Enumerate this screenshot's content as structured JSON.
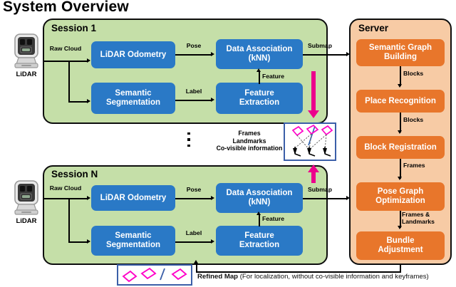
{
  "page_title": "System Overview",
  "sessions": [
    {
      "title": "Session 1",
      "sensor": {
        "label": "LiDAR",
        "icon": "lidar-sensor-icon"
      },
      "input_label": "Raw Cloud",
      "blocks": [
        {
          "id": "lidar-odometry",
          "label": "LiDAR Odometry"
        },
        {
          "id": "semantic-segmentation",
          "label": "Semantic\nSegmentation"
        },
        {
          "id": "data-association",
          "label": "Data Association\n(kNN)"
        },
        {
          "id": "feature-extraction",
          "label": "Feature\nExtraction"
        }
      ],
      "edges": [
        {
          "id": "pose",
          "label": "Pose"
        },
        {
          "id": "label",
          "label": "Label"
        },
        {
          "id": "feature",
          "label": "Feature"
        },
        {
          "id": "submap",
          "label": "Submap"
        }
      ]
    },
    {
      "title": "Session N",
      "sensor": {
        "label": "LiDAR",
        "icon": "lidar-sensor-icon"
      },
      "input_label": "Raw Cloud",
      "blocks": [
        {
          "id": "lidar-odometry",
          "label": "LiDAR Odometry"
        },
        {
          "id": "semantic-segmentation",
          "label": "Semantic\nSegmentation"
        },
        {
          "id": "data-association",
          "label": "Data Association\n(kNN)"
        },
        {
          "id": "feature-extraction",
          "label": "Feature\nExtraction"
        }
      ],
      "edges": [
        {
          "id": "pose",
          "label": "Pose"
        },
        {
          "id": "label",
          "label": "Label"
        },
        {
          "id": "feature",
          "label": "Feature"
        },
        {
          "id": "submap",
          "label": "Submap"
        }
      ]
    }
  ],
  "server": {
    "title": "Server",
    "blocks": [
      {
        "id": "semantic-graph-building",
        "label": "Semantic Graph\nBuilding"
      },
      {
        "id": "place-recognition",
        "label": "Place Recognition"
      },
      {
        "id": "block-registration",
        "label": "Block Registration"
      },
      {
        "id": "pose-graph-optimization",
        "label": "Pose Graph\nOptimization"
      },
      {
        "id": "bundle-adjustment",
        "label": "Bundle\nAdjustment"
      }
    ],
    "edges": [
      {
        "id": "blocks-1",
        "label": "Blocks"
      },
      {
        "id": "blocks-2",
        "label": "Blocks"
      },
      {
        "id": "frames",
        "label": "Frames"
      },
      {
        "id": "frames-landmarks",
        "label": "Frames &\nLandmarks"
      }
    ]
  },
  "middle": {
    "payload_label": "Frames\nLandmarks\nCo-visible information",
    "inset_name": "frames-landmarks-covisibility-illustration",
    "ellipsis": "vertical-ellipsis"
  },
  "bottom": {
    "inset_name": "refined-map-illustration",
    "caption_bold": "Refined Map",
    "caption_rest": " (For localization, without co-visible information and keyframes)"
  },
  "colors": {
    "session_panel": "#c5dfa8",
    "server_panel": "#f7cba5",
    "process_blue": "#2a79c6",
    "process_orange": "#e8762b",
    "magenta_arrow": "#ec008c",
    "inset_border": "#3b5fa8",
    "panel_border": "#0d0d0d",
    "landmark_pink": "#ff00c8"
  }
}
